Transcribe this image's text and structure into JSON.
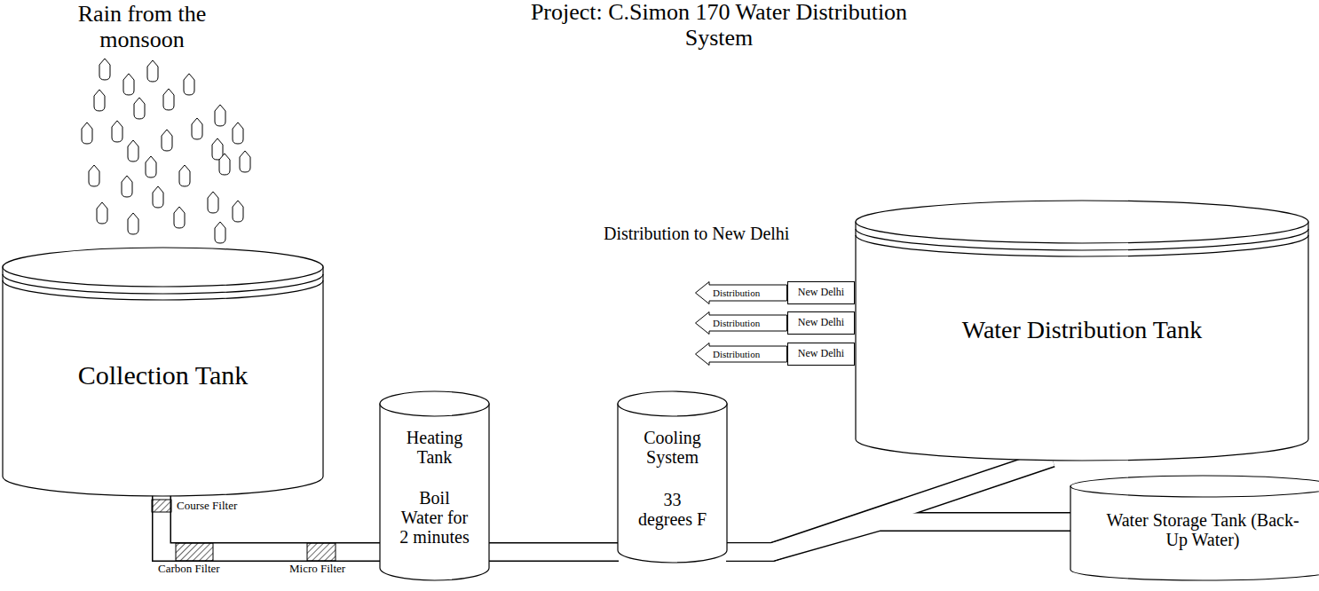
{
  "diagram": {
    "title": "Project: C.Simon 170 Water Distribution System",
    "nodes": [
      {
        "text": [
          "Collection Tank"
        ]
      },
      {
        "text": [
          "Heating Tank",
          "Boil Water for 2 minutes"
        ]
      },
      {
        "text": [
          "Cooling System",
          "33 degrees F"
        ]
      },
      {
        "text": [
          "Distribution"
        ]
      },
      {
        "text": [
          "New Delhi"
        ]
      },
      {
        "text": [
          "Distribution"
        ]
      },
      {
        "text": [
          "New Delhi"
        ]
      },
      {
        "text": [
          "Distribution"
        ]
      },
      {
        "text": [
          "New Delhi"
        ]
      },
      {
        "text": [
          "Water Distribution Tank"
        ]
      },
      {
        "text": [
          "Water Storage Tank (Back-Up Water)"
        ]
      }
    ],
    "edges": [
      {
        "from": 0,
        "to": 1,
        "arrow": "none"
      },
      {
        "from": 1,
        "to": 2,
        "arrow": "none"
      },
      {
        "from": 2,
        "to": 9,
        "arrow": "none"
      },
      {
        "from": 2,
        "to": 10,
        "arrow": "none"
      }
    ],
    "labels": [
      "Rain from the monsoon",
      "Course Filter",
      "Carbon Filter",
      "Micro Filter",
      "Distribution to New Delhi"
    ]
  }
}
